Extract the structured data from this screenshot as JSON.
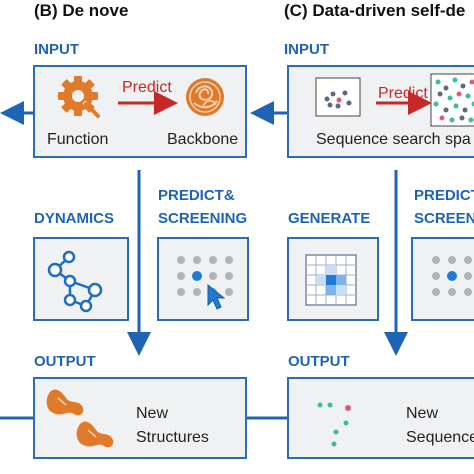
{
  "panel_b": {
    "title": "(B) De nove",
    "input_heading": "INPUT",
    "function_label": "Function",
    "predict_label": "Predict",
    "backbone_label": "Backbone",
    "dynamics_heading": "DYNAMICS",
    "predict_screening_line1": "PREDICT&",
    "predict_screening_line2": "SCREENING",
    "output_heading": "OUTPUT",
    "output_line1": "New",
    "output_line2": "Structures"
  },
  "panel_c": {
    "title": "(C) Data-driven self-de",
    "input_heading": "INPUT",
    "predict_label": "Predict",
    "search_space_label": "Sequence search spa",
    "generate_heading": "GENERATE",
    "predict_line1": "PREDICT",
    "predict_line2": "SCREEN",
    "output_heading": "OUTPUT",
    "output_line1": "New",
    "output_line2": "Sequence"
  },
  "colors": {
    "accent_blue": "#1f63b5",
    "border_blue": "#2a6db5",
    "predict_red": "#c62828",
    "gear_orange": "#e07a2a",
    "box_fill": "#f0f1f3"
  }
}
